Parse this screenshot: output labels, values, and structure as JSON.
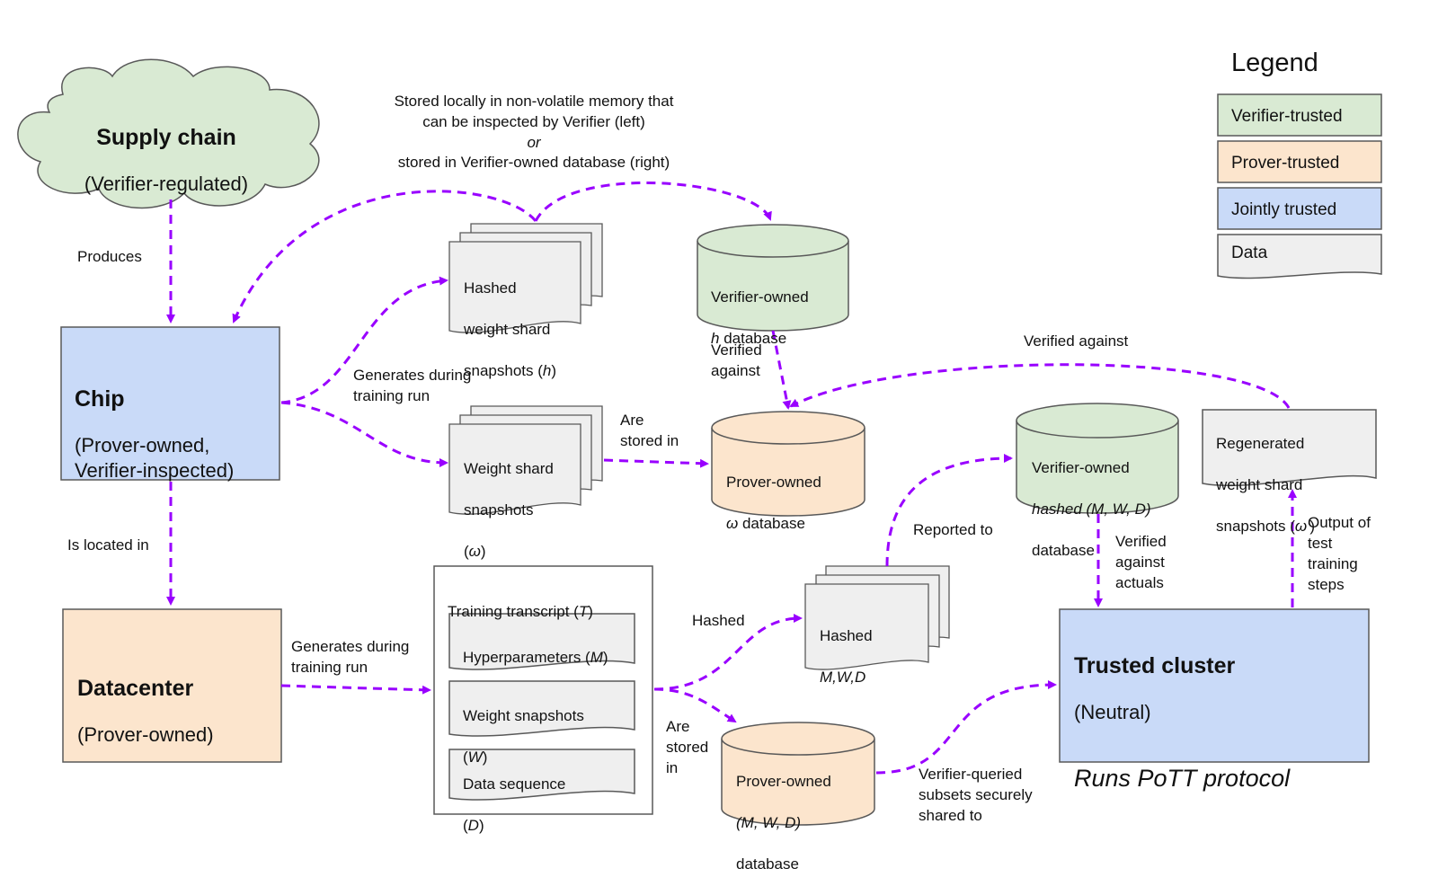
{
  "colors": {
    "verifier_trusted": "#d9ead3",
    "prover_trusted": "#fce5cd",
    "jointly_trusted": "#c9daf8",
    "data": "#efefef",
    "arrow": "#9900ff",
    "stroke": "#595959"
  },
  "legend": {
    "title": "Legend",
    "items": [
      "Verifier-trusted",
      "Prover-trusted",
      "Jointly trusted",
      "Data"
    ]
  },
  "nodes": {
    "supply_chain": {
      "title": "Supply chain",
      "subtitle": "(Verifier-regulated)"
    },
    "chip": {
      "title": "Chip",
      "subtitle": "(Prover-owned,\nVerifier-inspected)"
    },
    "datacenter": {
      "title": "Datacenter",
      "subtitle": "(Prover-owned)"
    },
    "trusted_cluster": {
      "title": "Trusted cluster",
      "subtitle": "(Neutral)",
      "tagline": "Runs PoTT protocol"
    },
    "hashed_snapshots": {
      "l1": "Hashed",
      "l2": "weight shard",
      "l3": "snapshots (",
      "l3_var": "h",
      "l3_end": ")"
    },
    "weight_snapshots": {
      "l1": "Weight shard",
      "l2": "snapshots",
      "l3_pre": "(",
      "l3_var": "ω",
      "l3_end": ")"
    },
    "verifier_h_db": {
      "l1": "Verifier-owned",
      "l2_var": "h",
      "l2_rest": " database"
    },
    "prover_omega_db": {
      "l1": "Prover-owned",
      "l2_var": "ω",
      "l2_rest": " database"
    },
    "verifier_hashed_db": {
      "l1": "Verifier-owned",
      "l2": "hashed (M, W, D)",
      "l3": "database"
    },
    "regenerated": {
      "l1": "Regenerated",
      "l2": "weight shard",
      "l3_pre": "snapshots (",
      "l3_var": "ω'",
      "l3_end": ")"
    },
    "training_transcript": {
      "title_pre": "Training transcript (",
      "title_var": "T",
      "title_end": ")"
    },
    "hyperparameters": {
      "pre": "Hyperparameters (",
      "var": "M",
      "end": ")"
    },
    "weight_snap": {
      "l1": "Weight snapshots",
      "l2_pre": "(",
      "l2_var": "W",
      "l2_end": ")"
    },
    "data_seq": {
      "l1": "Data sequence",
      "l2_pre": "(",
      "l2_var": "D",
      "l2_end": ")"
    },
    "hashed_mwd": {
      "l1": "Hashed",
      "l2": "M,W,D"
    },
    "prover_mwd_db": {
      "l1": "Prover-owned",
      "l2": "(M, W, D)",
      "l3": "database"
    }
  },
  "edge_labels": {
    "produces": "Produces",
    "storage_note_1": "Stored locally in non-volatile memory that\ncan be inspected by Verifier (left)",
    "storage_note_or": "or",
    "storage_note_2": "stored in Verifier-owned database (right)",
    "generates_chip": "Generates during\ntraining run",
    "are_stored_in": "Are\nstored in",
    "verified_against_1": "Verified\nagainst",
    "verified_against_2": "Verified against",
    "is_located_in": "Is located in",
    "generates_dc": "Generates during\ntraining run",
    "hashed": "Hashed",
    "reported_to": "Reported to",
    "verified_actuals": "Verified\nagainst\nactuals",
    "output_steps": "Output of\ntest\ntraining\nsteps",
    "are_stored_in_2": "Are\nstored\nin",
    "verifier_queried": "Verifier-queried\nsubsets securely\nshared to"
  }
}
